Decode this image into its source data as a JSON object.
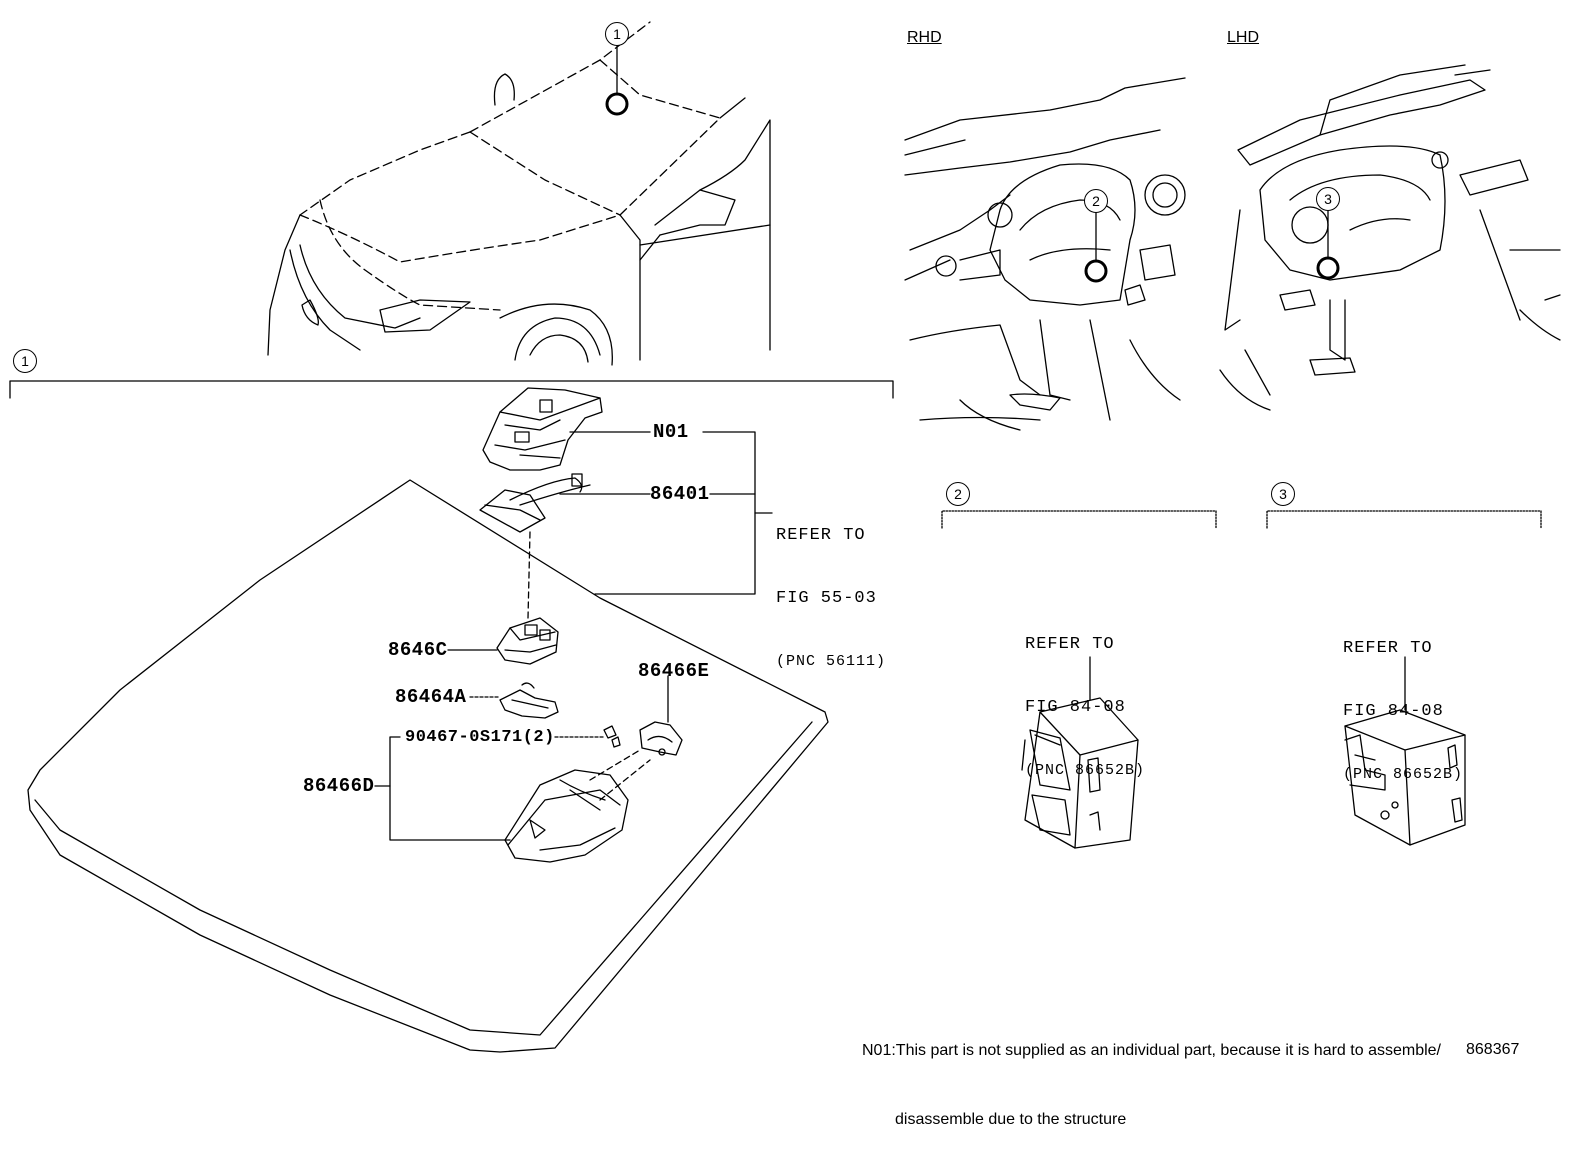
{
  "views": {
    "rhd_label": "RHD",
    "lhd_label": "LHD"
  },
  "callouts": {
    "c1_top": "1",
    "c1_section": "1",
    "c2_view": "2",
    "c3_view": "3",
    "c2_section": "2",
    "c3_section": "3"
  },
  "parts": {
    "n01": "N01",
    "p86401": "86401",
    "p8646c": "8646C",
    "p86466e": "86466E",
    "p86464a": "86464A",
    "p90467": "90467-0S171(2)",
    "p86466d": "86466D"
  },
  "references": {
    "fig55": {
      "line1": "REFER TO",
      "line2": "FIG 55-03",
      "line3": "(PNC 56111)"
    },
    "fig84_rhd": {
      "line1": "REFER TO",
      "line2": "FIG 84-08",
      "line3": "(PNC 86652B)"
    },
    "fig84_lhd": {
      "line1": "REFER TO",
      "line2": "FIG 84-08",
      "line3": "(PNC 86652B)"
    }
  },
  "note": {
    "line1": "N01:This part is not supplied as an individual part, because it is hard to assemble/",
    "line2": "disassemble due to the structure"
  },
  "figure_number": "868367"
}
